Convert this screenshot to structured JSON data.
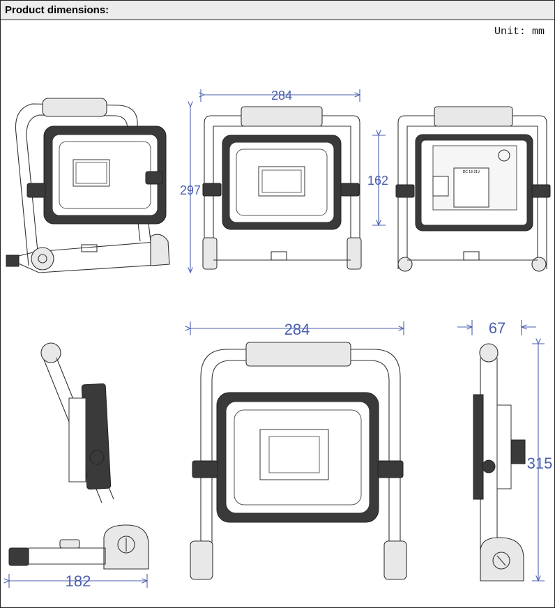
{
  "header": {
    "title": "Product dimensions:"
  },
  "unit_label": "Unit: mm",
  "dimensions": {
    "front_width_small": "284",
    "front_height_small": "297",
    "rear_panel_height": "162",
    "front_width_large": "284",
    "side_depth": "67",
    "side_height": "315",
    "side_base_length": "182"
  },
  "panel_text": "DC 18-21V"
}
